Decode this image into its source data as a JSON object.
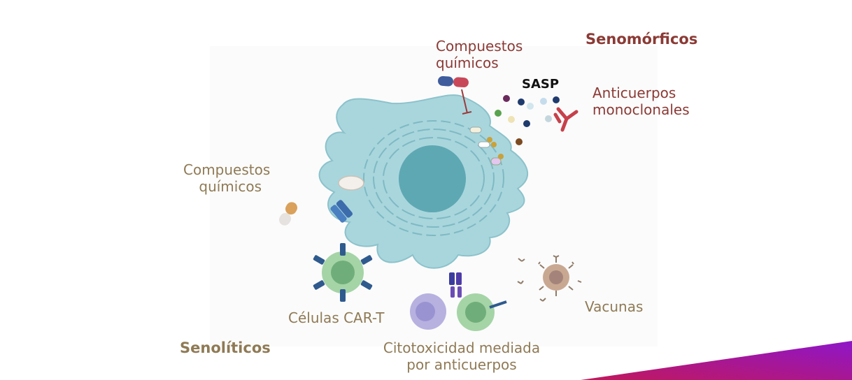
{
  "labels": {
    "senomorficos": "Senomórficos",
    "compuestos_top_1": "Compuestos",
    "compuestos_top_2": "químicos",
    "sasp": "SASP",
    "anticuerpos_1": "Anticuerpos",
    "anticuerpos_2": "monoclonales",
    "compuestos_left_1": "Compuestos",
    "compuestos_left_2": "químicos",
    "car_t": "Células CAR-T",
    "vacunas": "Vacunas",
    "senoliticos": "Senolíticos",
    "citotox_1": "Citotoxicidad mediada",
    "citotox_2": "por anticuerpos"
  },
  "colors": {
    "senomorficos_text": "#8b3a35",
    "senoliticos_text": "#8f7a55",
    "cell_fill": "#a9d6dd",
    "nucleus": "#5ea8b3",
    "accent_start": "#c2185b",
    "accent_end": "#8e16c9"
  }
}
